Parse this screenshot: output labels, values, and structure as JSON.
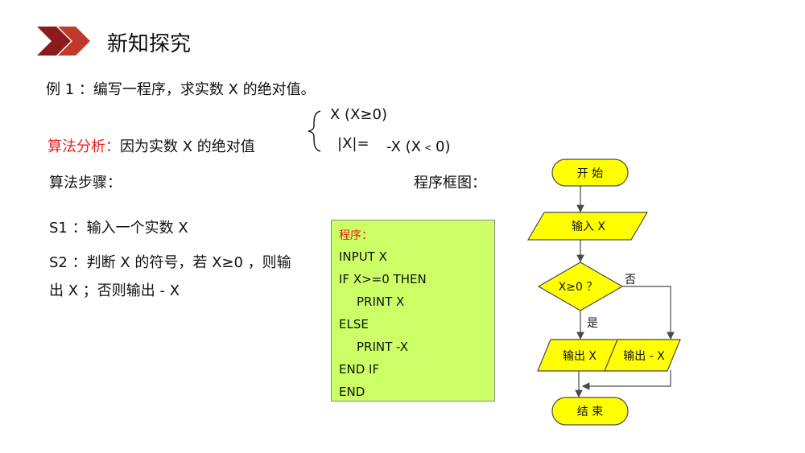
{
  "header": {
    "title": "新知探究"
  },
  "example": {
    "text": "例 1 ：编写一程序，求实数 X 的绝对值。"
  },
  "analysis": {
    "label": "算法分析：",
    "text": "因为实数 X 的绝对值",
    "case1": "X  (X≥0)",
    "case2_left": "|X|=",
    "case2_right": "-X (X﹤0)"
  },
  "steps": {
    "heading": "算法步骤：",
    "s1": "S1 ：输入一个实数 X",
    "s2_line1": "S2 ：判断 X 的符号，若 X≥0 ，则输",
    "s2_line2": "出 X ；否则输出 -  X"
  },
  "program": {
    "label": "程序：",
    "lines": [
      "INPUT  X",
      "IF  X>=0  THEN",
      "PRINT   X",
      "ELSE",
      "PRINT  -X",
      "END  IF",
      "END"
    ]
  },
  "flowchart": {
    "heading": "程序框图：",
    "start": "开 始",
    "input": "输入  X",
    "decision": "X≥0 ？",
    "no_label": "否",
    "yes_label": "是",
    "output_x": "输出 X",
    "output_negx": "输出 -   X",
    "end": "结 束",
    "fill_color": "#ffff00",
    "stroke_color": "#4a4a4a"
  },
  "colors": {
    "accent_red": "#e8201c",
    "chevron_dark": "#8b1a1a",
    "chevron_light": "#c0392b",
    "code_bg": "#ccff66"
  }
}
